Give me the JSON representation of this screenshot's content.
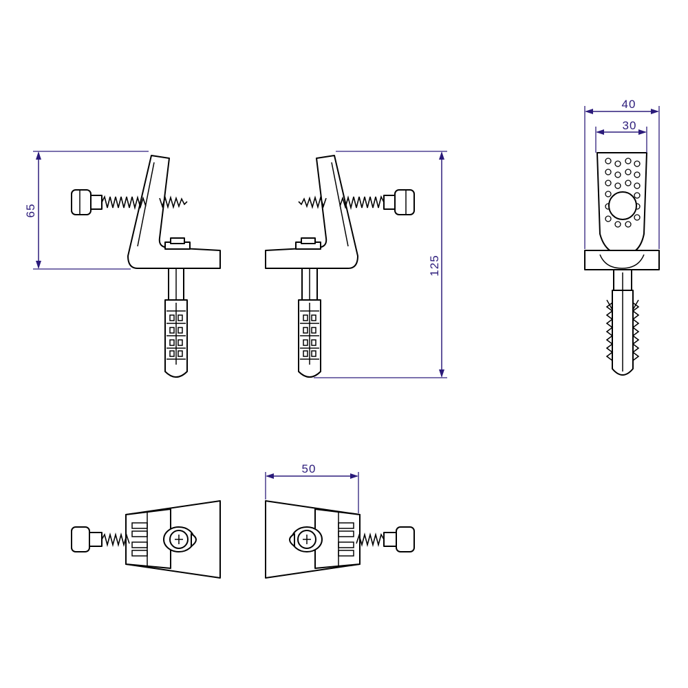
{
  "dimensions": {
    "height_left": "65",
    "height_total": "125",
    "width_outer": "40",
    "width_inner": "30",
    "depth_plan": "50"
  },
  "colors": {
    "dimension_line": "#2b1b7a",
    "outline": "#000000",
    "background": "#ffffff"
  },
  "icons": {
    "screw": "screw-icon",
    "wall_plug": "wall-plug-icon",
    "bracket": "bracket-icon",
    "screw_head": "phillips-head-icon"
  }
}
